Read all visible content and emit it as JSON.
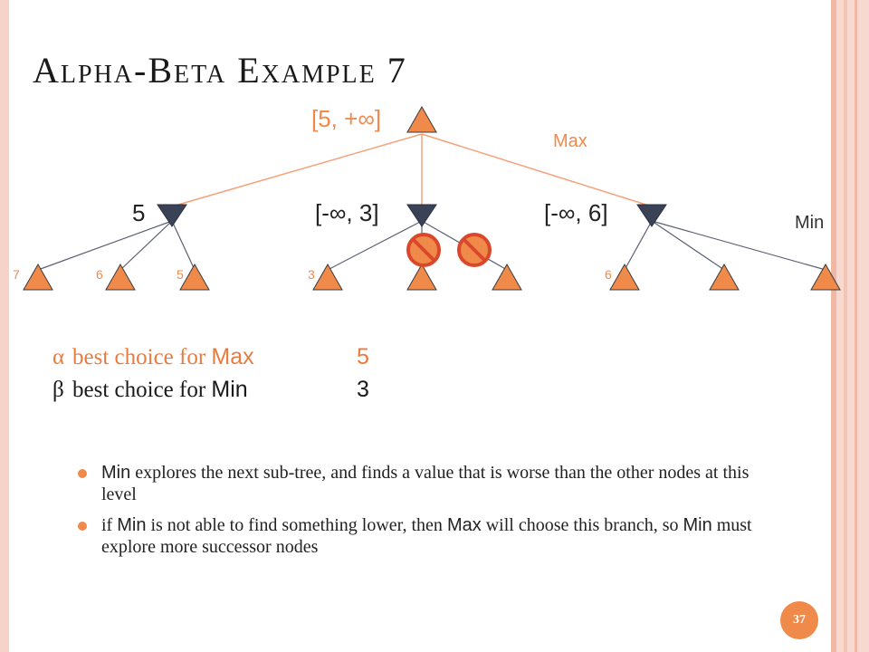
{
  "slide": {
    "title": "Alpha-Beta Example 7",
    "page_number": "37"
  },
  "tree": {
    "root_label": "[5, +∞]",
    "max_label": "Max",
    "min_label": "Min",
    "min_nodes": [
      "5",
      "[-∞, 3]",
      "[-∞, 6]"
    ],
    "leaf_values": [
      "7",
      "6",
      "5",
      "3",
      "",
      "",
      "6",
      "",
      ""
    ],
    "pruned_count": 2
  },
  "legend": {
    "alpha_symbol": "α",
    "alpha_text": "best choice for ",
    "alpha_who": "Max",
    "alpha_value": "5",
    "beta_symbol": "β",
    "beta_text": "best choice for ",
    "beta_who": "Min",
    "beta_value": "3"
  },
  "bullets": [
    {
      "who": "Min",
      "text": " explores the next sub-tree, and finds a value that is worse than the other nodes at this level"
    },
    {
      "pre": "if ",
      "who": "Min",
      "mid": " is not able to find something lower, then ",
      "who2": "Max",
      "mid2": " will choose this branch, so ",
      "who3": "Min",
      "text": " must explore more successor nodes"
    }
  ],
  "colors": {
    "orange": "#f08a4b",
    "navy": "#3a4256",
    "edge_orange": "#f4a27a",
    "edge_gray": "#5a6072",
    "prune_red": "#d9482b"
  }
}
